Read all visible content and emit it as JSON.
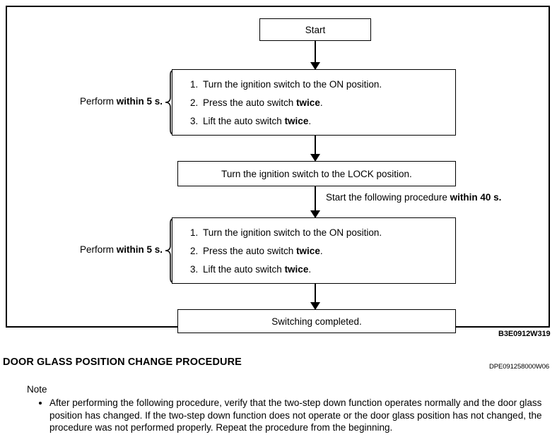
{
  "figure": {
    "reference_code": "B3E0912W319",
    "start_box": "Start",
    "lock_box": "Turn the ignition switch to the LOCK position.",
    "completed_box": "Switching completed.",
    "annotation_40s_prefix": "Start the following procedure ",
    "annotation_40s_bold": "within 40 s.",
    "perform_label_prefix": "Perform ",
    "perform_label_bold": "within 5 s.",
    "procedure_steps": [
      {
        "num": "1.",
        "text_prefix": "Turn the ignition switch to the ON position.",
        "bold": "",
        "text_suffix": ""
      },
      {
        "num": "2.",
        "text_prefix": "Press the auto switch ",
        "bold": "twice",
        "text_suffix": "."
      },
      {
        "num": "3.",
        "text_prefix": "Lift the auto switch ",
        "bold": "twice",
        "text_suffix": "."
      }
    ]
  },
  "section": {
    "heading": "DOOR GLASS POSITION CHANGE PROCEDURE",
    "document_code": "DPE091258000W06"
  },
  "note": {
    "title": "Note",
    "items": [
      "After performing the following procedure, verify that the two-step down function operates normally and the door glass position has changed. If the two-step down function does not operate or the door glass position has not changed, the procedure was not performed properly. Repeat the procedure from the beginning."
    ]
  }
}
